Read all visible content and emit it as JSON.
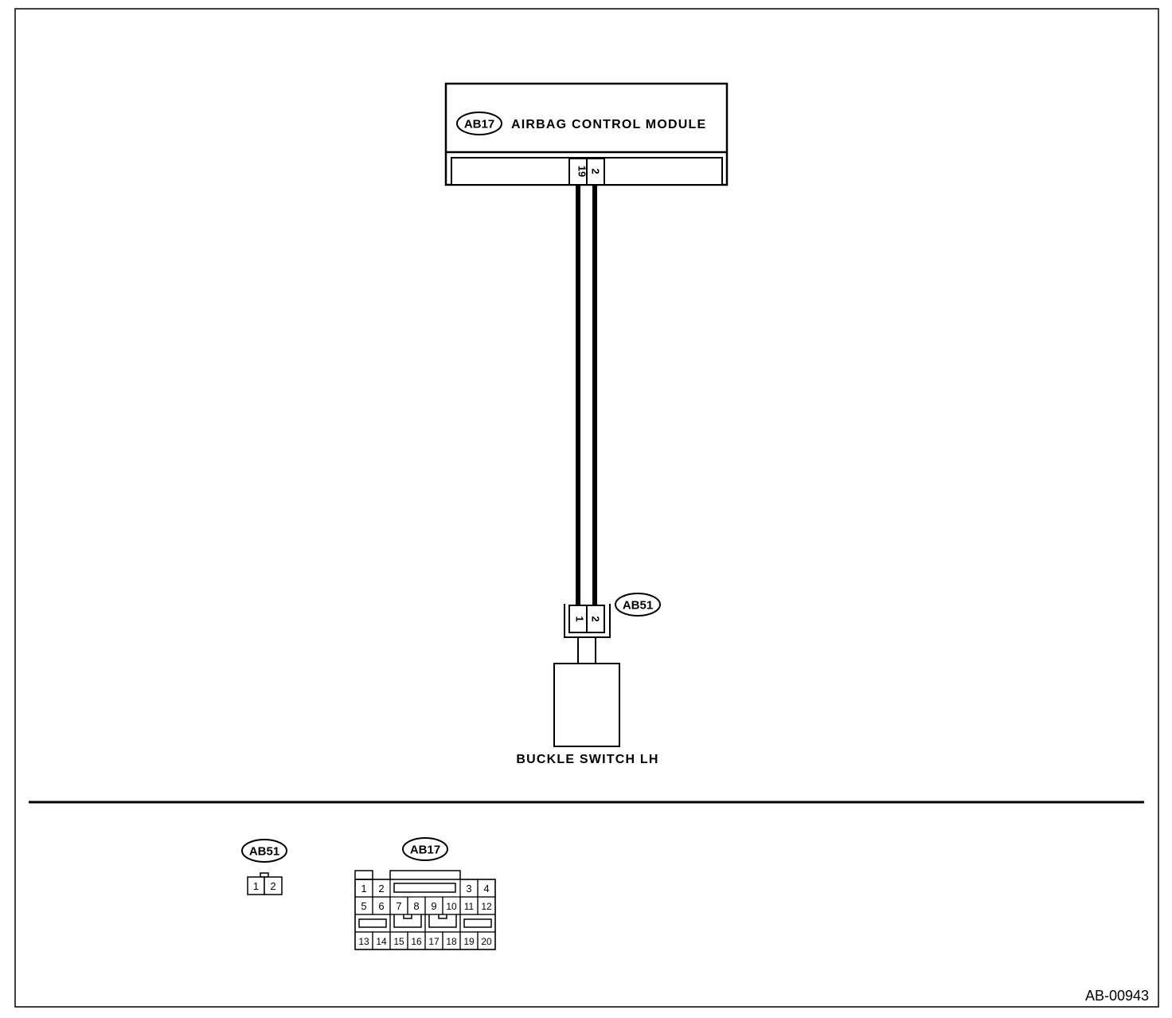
{
  "module": {
    "tag": "AB17",
    "label": "AIRBAG CONTROL MODULE",
    "pins": [
      "19",
      "2"
    ]
  },
  "connector_ab51": {
    "tag": "AB51",
    "pins": [
      "1",
      "2"
    ]
  },
  "switch": {
    "label": "BUCKLE SWITCH LH"
  },
  "legend": {
    "ab51": {
      "tag": "AB51",
      "pins": [
        "1",
        "2"
      ]
    },
    "ab17": {
      "tag": "AB17",
      "row1": [
        "1",
        "2",
        "3",
        "4"
      ],
      "row2": [
        "5",
        "6",
        "7",
        "8",
        "9",
        "10",
        "11",
        "12"
      ],
      "row4": [
        "13",
        "14",
        "15",
        "16",
        "17",
        "18",
        "19",
        "20"
      ]
    }
  },
  "figure_code": "AB-00943"
}
